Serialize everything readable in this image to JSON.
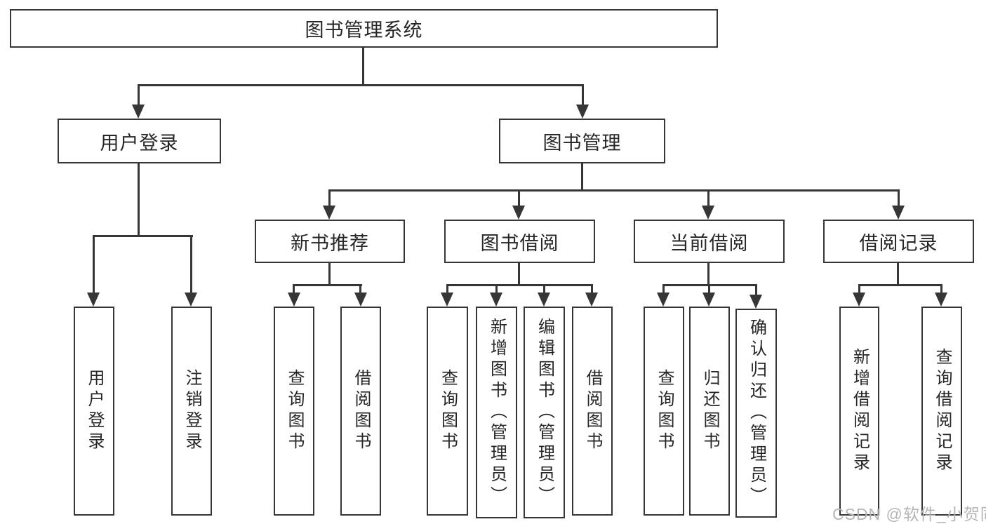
{
  "diagram_title": "图书管理系统",
  "nodes": {
    "root": "图书管理系统",
    "user_login": "用户登录",
    "book_mgmt": "图书管理",
    "new_book": "新书推荐",
    "book_borrow": "图书借阅",
    "current_borrow": "当前借阅",
    "borrow_record": "借阅记录",
    "user_login_leaf": "用户登录",
    "logout_leaf": "注销登录",
    "nb_query": "查询图书",
    "nb_borrow": "借阅图书",
    "bb_query": "查询图书",
    "bb_add": "新增图书（管理员）",
    "bb_edit": "编辑图书（管理员）",
    "bb_borrow": "借阅图书",
    "cb_query": "查询图书",
    "cb_return": "归还图书",
    "cb_confirm": "确认归还（管理员）",
    "br_add": "新增借阅记录",
    "br_query": "查询借阅记录"
  },
  "hierarchy": {
    "root": "图书管理系统",
    "children": [
      {
        "label": "用户登录",
        "children": [
          "用户登录",
          "注销登录"
        ]
      },
      {
        "label": "图书管理",
        "children": [
          {
            "label": "新书推荐",
            "children": [
              "查询图书",
              "借阅图书"
            ]
          },
          {
            "label": "图书借阅",
            "children": [
              "查询图书",
              "新增图书（管理员）",
              "编辑图书（管理员）",
              "借阅图书"
            ]
          },
          {
            "label": "当前借阅",
            "children": [
              "查询图书",
              "归还图书",
              "确认归还（管理员）"
            ]
          },
          {
            "label": "借阅记录",
            "children": [
              "新增借阅记录",
              "查询借阅记录"
            ]
          }
        ]
      }
    ]
  },
  "watermark": "CSDN @软件_小贺同学",
  "colors": {
    "line": "#363636",
    "text": "#262626",
    "box_background": "#ffffff",
    "watermark": "#b5b5b5",
    "page_background": "#ffffff"
  }
}
